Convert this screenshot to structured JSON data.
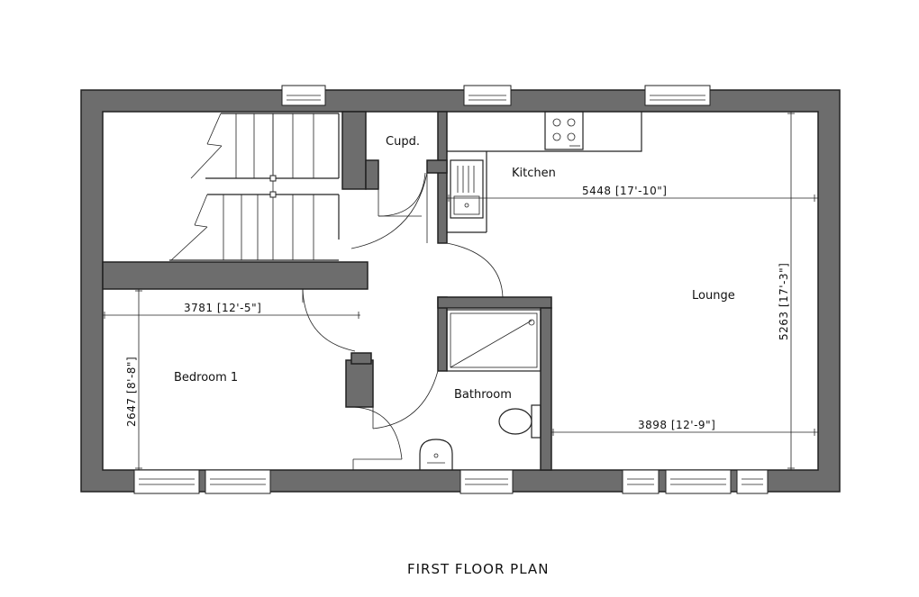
{
  "rooms": {
    "cupboard": "Cupd.",
    "kitchen": "Kitchen",
    "lounge": "Lounge",
    "bedroom": "Bedroom 1",
    "bathroom": "Bathroom"
  },
  "dimensions": {
    "kitchen_lounge_width": "5448 [17'-10\"]",
    "lounge_depth": "5263 [17'-3\"]",
    "bedroom_width": "3781 [12'-5\"]",
    "bedroom_depth": "2647 [8'-8\"]",
    "lounge_lower_width": "3898 [12'-9\"]"
  },
  "title": "FIRST FLOOR PLAN"
}
